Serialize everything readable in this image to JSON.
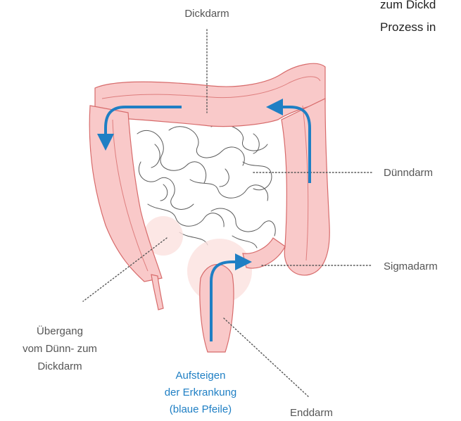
{
  "header_text": {
    "line1": "zum Dickd",
    "line2": "Prozess in"
  },
  "labels": {
    "dickdarm": "Dickdarm",
    "duenndarm": "Dünndarm",
    "sigmadarm": "Sigmadarm",
    "uebergang_line1": "Übergang",
    "uebergang_line2": "vom Dünn- zum",
    "uebergang_line3": "Dickdarm",
    "aufsteigen_line1": "Aufsteigen",
    "aufsteigen_line2": "der Erkrankung",
    "aufsteigen_line3": "(blaue Pfeile)",
    "enddarm": "Enddarm"
  },
  "colors": {
    "colon_fill": "#f9c9c9",
    "colon_stroke": "#d76b6b",
    "intestine_line": "#5a5a5a",
    "arrow_blue": "#1f7fc4",
    "label_gray": "#555555"
  }
}
